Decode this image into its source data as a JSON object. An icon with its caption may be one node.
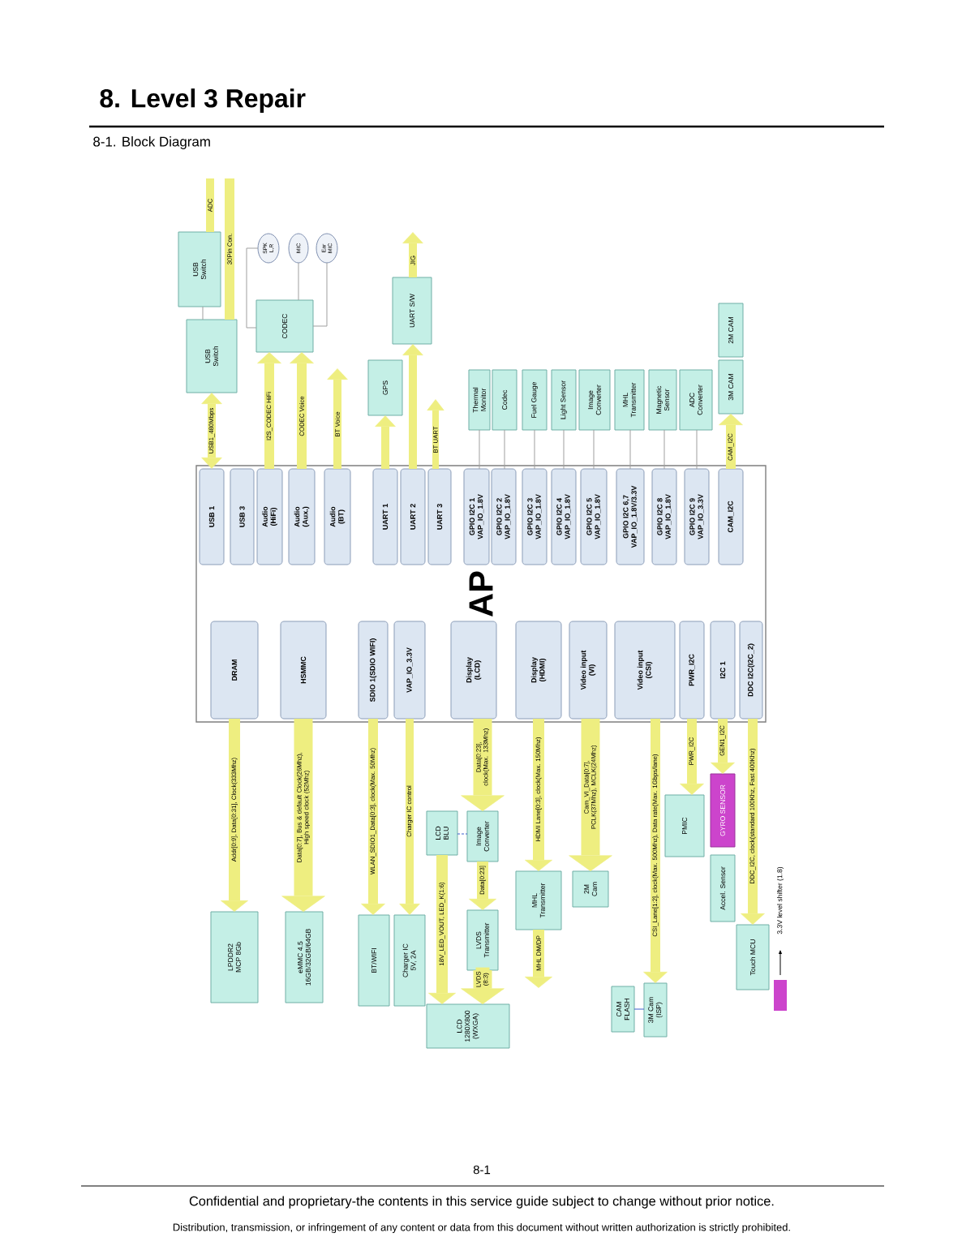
{
  "diagram": {
    "title": "8. Level 3 Repair",
    "nodes": [
      {
        "text": [
          "USB Switch"
        ]
      },
      {
        "text": [
          "SPK L,R"
        ]
      },
      {
        "text": [
          "MIC"
        ]
      },
      {
        "text": [
          "Ear MIC"
        ]
      },
      {
        "text": [
          "UART S/W"
        ]
      },
      {
        "text": [
          "USB Switch"
        ]
      },
      {
        "text": [
          "CODEC"
        ]
      },
      {
        "text": [
          "2M CAM"
        ]
      },
      {
        "text": [
          "Thermal Monitor"
        ]
      },
      {
        "text": [
          "Codec"
        ]
      },
      {
        "text": [
          "Fuel Gauge"
        ]
      },
      {
        "text": [
          "Light Sensor"
        ]
      },
      {
        "text": [
          "Image Converter"
        ]
      },
      {
        "text": [
          "MHL Transmitter"
        ]
      },
      {
        "text": [
          "Magnetic Sensor"
        ]
      },
      {
        "text": [
          "ADC Converter"
        ]
      },
      {
        "text": [
          "3M CAM"
        ]
      },
      {
        "text": [
          "GPS"
        ]
      },
      {
        "text": [
          "AP"
        ]
      },
      {
        "text": [
          "USB 1"
        ],
        "in": 18
      },
      {
        "text": [
          "USB 3"
        ],
        "in": 18
      },
      {
        "text": [
          "Audio (HiFi)"
        ],
        "in": 18
      },
      {
        "text": [
          "Audio (Aux.)"
        ],
        "in": 18
      },
      {
        "text": [
          "Audio (BT)"
        ],
        "in": 18
      },
      {
        "text": [
          "UART 1"
        ],
        "in": 18
      },
      {
        "text": [
          "UART 2"
        ],
        "in": 18
      },
      {
        "text": [
          "UART 3"
        ],
        "in": 18
      },
      {
        "text": [
          "GPIO I2C 1 VAP_IO_1.8V"
        ],
        "in": 18
      },
      {
        "text": [
          "GPIO I2C 2 VAP_IO_1.8V"
        ],
        "in": 18
      },
      {
        "text": [
          "GPIO I2C 3 VAP_IO_1.8V"
        ],
        "in": 18
      },
      {
        "text": [
          "GPIO I2C 4 VAP_IO_1.8V"
        ],
        "in": 18
      },
      {
        "text": [
          "GPIO I2C 5 VAP_IO_1.8V"
        ],
        "in": 18
      },
      {
        "text": [
          "GPIO I2C 6,7 VAP_IO_1.8V/3.3V"
        ],
        "in": 18
      },
      {
        "text": [
          "GPIO I2C 8 VAP_IO_1.8V"
        ],
        "in": 18
      },
      {
        "text": [
          "GPIO I2C 9 VAP_IO_3.3V"
        ],
        "in": 18
      },
      {
        "text": [
          "CAM_I2C"
        ],
        "in": 18
      },
      {
        "text": [
          "DRAM"
        ],
        "in": 18
      },
      {
        "text": [
          "HSMMC"
        ],
        "in": 18
      },
      {
        "text": [
          "SDIO 1(SDIO WIFI)"
        ],
        "in": 18
      },
      {
        "text": [
          "VAP_IO_3.3V"
        ],
        "in": 18
      },
      {
        "text": [
          "Display (LCD)"
        ],
        "in": 18
      },
      {
        "text": [
          "Display (HDMI)"
        ],
        "in": 18
      },
      {
        "text": [
          "Video input (VI)"
        ],
        "in": 18
      },
      {
        "text": [
          "Video input (CSI)"
        ],
        "in": 18
      },
      {
        "text": [
          "PWR_I2C"
        ],
        "in": 18
      },
      {
        "text": [
          "I2C 1"
        ],
        "in": 18
      },
      {
        "text": [
          "DDC I2C(I2C_2)"
        ],
        "in": 18
      },
      {
        "text": [
          "GYRO SENSOR"
        ]
      },
      {
        "text": [
          "PMIC"
        ]
      },
      {
        "text": [
          "LCD BLU"
        ]
      },
      {
        "text": [
          "Image Converter"
        ]
      },
      {
        "text": [
          "Accel. Sensor"
        ]
      },
      {
        "text": [
          "MHL Transmitter"
        ]
      },
      {
        "text": [
          "2M Cam"
        ]
      },
      {
        "text": [
          "LPDDR2 MCP 8Gb"
        ]
      },
      {
        "text": [
          "eMMC 4.5 16GB/32GB/64GB"
        ]
      },
      {
        "text": [
          "BT/WIFI"
        ]
      },
      {
        "text": [
          "Charger IC 5V, 2A"
        ]
      },
      {
        "text": [
          "LVDS Transmitter"
        ]
      },
      {
        "text": [
          "Touch MCU"
        ]
      },
      {
        "text": [
          "CAM FLASH"
        ]
      },
      {
        "text": [
          "3M Cam (ISP)"
        ]
      },
      {
        "text": [
          "LCD 1280X800 (WXGA)"
        ]
      }
    ],
    "edges": [
      {
        "from": 0,
        "to": null,
        "arrow": "none",
        "label": "ADC"
      },
      {
        "from": null,
        "to": 5,
        "arrow": "none",
        "label": "30Pin Con."
      },
      {
        "from": 0,
        "to": 5,
        "arrow": "none",
        "color": "#a0a0a0"
      },
      {
        "from": 19,
        "to": 5,
        "arrow": "both",
        "label": "USB1_480Mbps"
      },
      {
        "from": 1,
        "to": 6,
        "arrow": "none",
        "color": "#a0a0a0"
      },
      {
        "from": 2,
        "to": 6,
        "arrow": "none",
        "color": "#a0a0a0"
      },
      {
        "from": 3,
        "to": 6,
        "arrow": "none",
        "color": "#a0a0a0"
      },
      {
        "from": 21,
        "to": 6,
        "arrow": "to",
        "label": "I2S_CODEC HiFi"
      },
      {
        "from": 22,
        "to": 6,
        "arrow": "to",
        "label": "CODEC Voice"
      },
      {
        "from": 23,
        "to": null,
        "arrow": "to",
        "label": "BT Voice"
      },
      {
        "from": 24,
        "to": 17,
        "arrow": "to"
      },
      {
        "from": 25,
        "to": 4,
        "arrow": "to"
      },
      {
        "from": 4,
        "to": null,
        "arrow": "to",
        "label": "JIG"
      },
      {
        "from": 26,
        "to": null,
        "arrow": "to",
        "label": "BT UART"
      },
      {
        "from": 8,
        "to": 27,
        "arrow": "none",
        "color": "#a0a0a0"
      },
      {
        "from": 9,
        "to": 28,
        "arrow": "none",
        "color": "#a0a0a0"
      },
      {
        "from": 10,
        "to": 29,
        "arrow": "none",
        "color": "#a0a0a0"
      },
      {
        "from": 11,
        "to": 30,
        "arrow": "none",
        "color": "#a0a0a0"
      },
      {
        "from": 12,
        "to": 31,
        "arrow": "none",
        "color": "#a0a0a0"
      },
      {
        "from": 13,
        "to": 32,
        "arrow": "none",
        "color": "#a0a0a0"
      },
      {
        "from": 14,
        "to": 33,
        "arrow": "none",
        "color": "#a0a0a0"
      },
      {
        "from": 15,
        "to": 34,
        "arrow": "none",
        "color": "#a0a0a0"
      },
      {
        "from": 35,
        "to": 16,
        "arrow": "to",
        "label": "CAM_I2C"
      },
      {
        "from": 36,
        "to": 54,
        "arrow": "to",
        "label": "Addr[0:9], Data[0:31], Clock(333Mhz)"
      },
      {
        "from": 37,
        "to": 55,
        "arrow": "to",
        "label": "Data[0:7], Bus & default Clock(26Mhz), High speed clock (52Mhz)",
        "style": "thick"
      },
      {
        "from": 38,
        "to": 56,
        "arrow": "to",
        "label": "WLAN_SDIO1_Data[0:3], clock(Max. 50Mhz)"
      },
      {
        "from": 39,
        "to": 57,
        "arrow": "to",
        "label": "Charger IC control"
      },
      {
        "from": 40,
        "to": 50,
        "arrow": "to",
        "label": "Data[0:23], clock(Max. 133Mhz)",
        "style": "thick"
      },
      {
        "from": 49,
        "to": 50,
        "arrow": "none",
        "style": "dashed",
        "color": "#3a5fcd"
      },
      {
        "from": 49,
        "to": 62,
        "arrow": "to",
        "label": "18V_LED_VOUT, LED_K(1:6)"
      },
      {
        "from": 50,
        "to": 58,
        "arrow": "to",
        "label": "Data[0:23]"
      },
      {
        "from": 58,
        "to": 62,
        "arrow": "to",
        "label": "LVDS (8:3)",
        "style": "thick"
      },
      {
        "from": 41,
        "to": 52,
        "arrow": "to",
        "label": "HDMI Lane[0:3], clock(Max. 150Mhz)"
      },
      {
        "from": 52,
        "to": null,
        "arrow": "to",
        "label": "MHL DM/DP"
      },
      {
        "from": 42,
        "to": 53,
        "arrow": "to",
        "label": "Cam_VI_Data[0:7], PCLK(37Mhz), MCLK(24Mhz)",
        "style": "thick"
      },
      {
        "from": 43,
        "to": 61,
        "arrow": "to",
        "label": "CSI_Lane[1:2], clock(Max. 500Mhz), Data rate(Max. 1Gbps/lane)"
      },
      {
        "from": 60,
        "to": 61,
        "arrow": "none",
        "color": "#3a5fcd"
      },
      {
        "from": 44,
        "to": 48,
        "arrow": "to",
        "label": "PWR_I2C"
      },
      {
        "from": 45,
        "to": 47,
        "arrow": "to",
        "label": "GEN1_I2C"
      },
      {
        "from": 46,
        "to": 59,
        "arrow": "to",
        "label": "DDC_I2C, clock(standard 100Khz, Fast 400Khz)"
      }
    ],
    "labels": [
      "8-1. Block Diagram",
      "8-1",
      "Confidential and proprietary-the contents in this service guide subject to change without prior notice.",
      "Distribution, transmission, or infringement of any content or data from this document without written authorization is strictly prohibited."
    ],
    "legend": [
      {
        "text": "3.3V level shifter (1.8)",
        "color": "#cc44cc"
      }
    ]
  }
}
